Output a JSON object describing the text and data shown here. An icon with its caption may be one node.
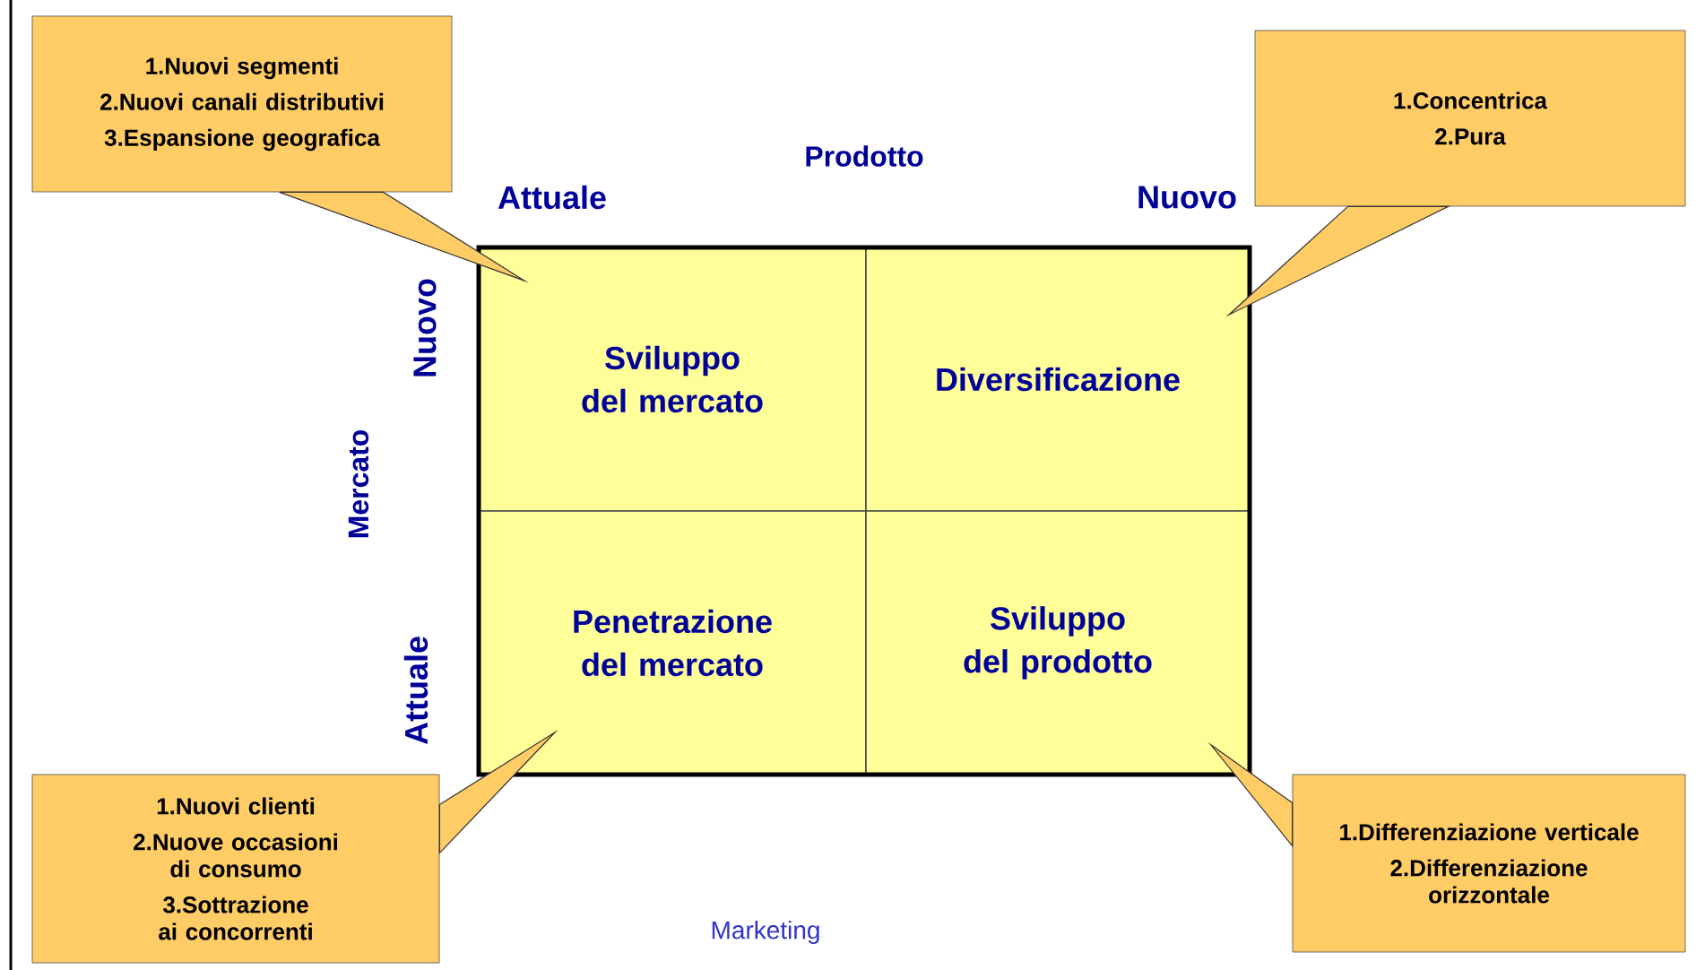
{
  "diagram": {
    "nodes": [
      {
        "text": [
          "1.Nuovi segmenti",
          "2.Nuovi canali distributivi",
          "3.Espansione geografica"
        ]
      },
      {
        "text": [
          "1.Concentrica",
          "2.Pura"
        ]
      },
      {
        "text": [
          "Sviluppo del mercato"
        ]
      },
      {
        "text": [
          "Diversificazione"
        ]
      },
      {
        "text": [
          "Penetrazione del mercato"
        ]
      },
      {
        "text": [
          "Sviluppo del prodotto"
        ]
      },
      {
        "text": [
          "1.Nuovi clienti",
          "2.Nuove occasioni di consumo",
          "3.Sottrazione ai concorrenti"
        ]
      },
      {
        "text": [
          "1.Differenziazione verticale",
          "2.Differenziazione orizzontale"
        ]
      }
    ],
    "edges": [
      {
        "from": 0,
        "to": 2,
        "arrow": "none"
      },
      {
        "from": 1,
        "to": 3,
        "arrow": "none"
      },
      {
        "from": 6,
        "to": 4,
        "arrow": "none"
      },
      {
        "from": 7,
        "to": 5,
        "arrow": "none"
      }
    ],
    "labels": [
      "Prodotto",
      "Attuale",
      "Nuovo",
      "Nuovo",
      "Mercato",
      "Attuale",
      "Marketing"
    ]
  }
}
